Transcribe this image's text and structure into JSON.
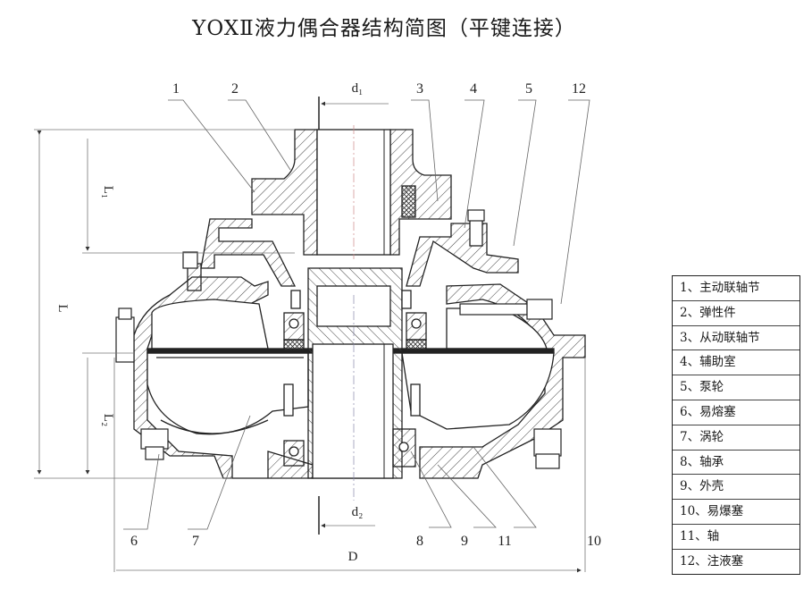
{
  "title": "YOXⅡ液力偶合器结构简图（平键连接）",
  "callouts": {
    "top": [
      "1",
      "2",
      "3",
      "4",
      "5",
      "12"
    ],
    "bottom": [
      "6",
      "7",
      "8",
      "9",
      "11",
      "10"
    ]
  },
  "dimensions": {
    "d1": "d₁",
    "d2": "d₂",
    "L": "L",
    "L1": "L₁",
    "L2": "L₂",
    "D": "D"
  },
  "legend": [
    "1、主动联轴节",
    "2、弹性件",
    "3、从动联轴节",
    "4、辅助室",
    "5、泵轮",
    "6、易熔塞",
    "7、涡轮",
    "8、轴承",
    "9、外壳",
    "10、易爆塞",
    "11、轴",
    "12、注液塞"
  ],
  "colors": {
    "line": "#222222",
    "hatch": "#444444",
    "background": "#ffffff"
  }
}
